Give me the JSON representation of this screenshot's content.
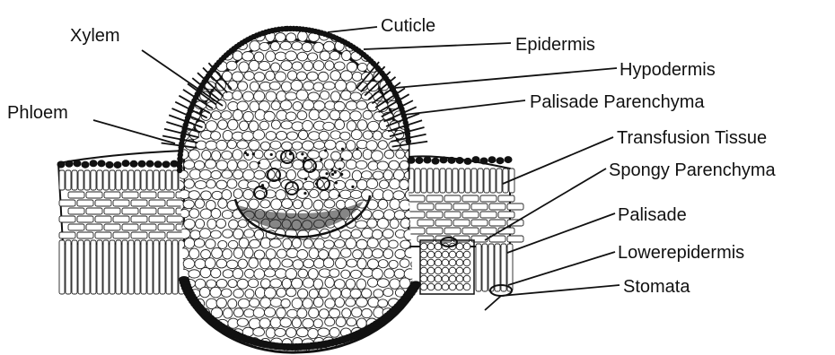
{
  "labels": {
    "xylem": "Xylem",
    "phloem": "Phloem",
    "cuticle": "Cuticle",
    "epidermis": "Epidermis",
    "hypodermis": "Hypodermis",
    "palisade_parenchyma": "Palisade Parenchyma",
    "transfusion_tissue": "Transfusion Tissue",
    "spongy_parenchyma": "Spongy Parenchyma",
    "palisade": "Palisade",
    "lower_epidermis": "Lowerepidermis",
    "stomata": "Stomata"
  },
  "colors": {
    "ink": "#111111",
    "background": "#ffffff"
  }
}
